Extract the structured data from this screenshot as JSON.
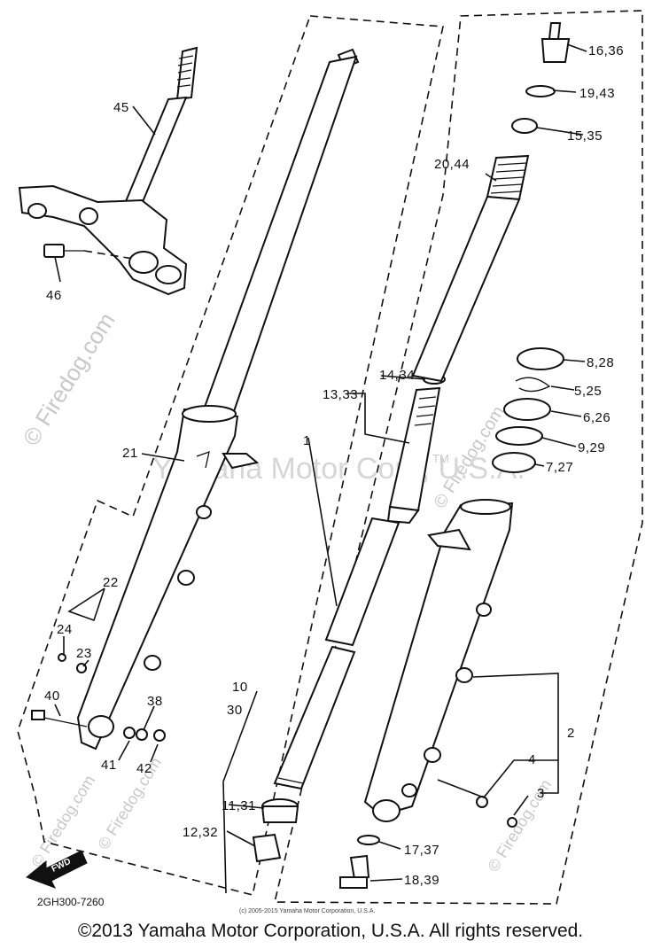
{
  "diagram": {
    "labels": {
      "p45": "45",
      "p46": "46",
      "p21": "21",
      "p22": "22",
      "p24": "24",
      "p23": "23",
      "p40": "40",
      "p38": "38",
      "p41": "41",
      "p42": "42",
      "p1": "1",
      "p13_33": "13,33",
      "p14_34": "14,34",
      "p10": "10",
      "p30": "30",
      "p11_31": "11,31",
      "p12_32": "12,32",
      "p16_36": "16,36",
      "p19_43": "19,43",
      "p15_35": "15,35",
      "p20_44": "20,44",
      "p8_28": "8,28",
      "p5_25": "5,25",
      "p6_26": "6,26",
      "p9_29": "9,29",
      "p7_27": "7,27",
      "p2": "2",
      "p4": "4",
      "p3": "3",
      "p17_37": "17,37",
      "p18_39": "18,39"
    },
    "diagram_code": "2GH300-7260",
    "fwd_label": "FWD",
    "fine_print": "(c) 2005-2015 Yamaha Motor Corporation, U.S.A.",
    "watermark_firedog": "© Firedog.com",
    "watermark_yamaha": "Yamaha Motor Corp, U.S.A.",
    "watermark_tm": "TM"
  },
  "footer": {
    "copyright": "©2013 Yamaha Motor Corporation, U.S.A. All rights reserved."
  }
}
